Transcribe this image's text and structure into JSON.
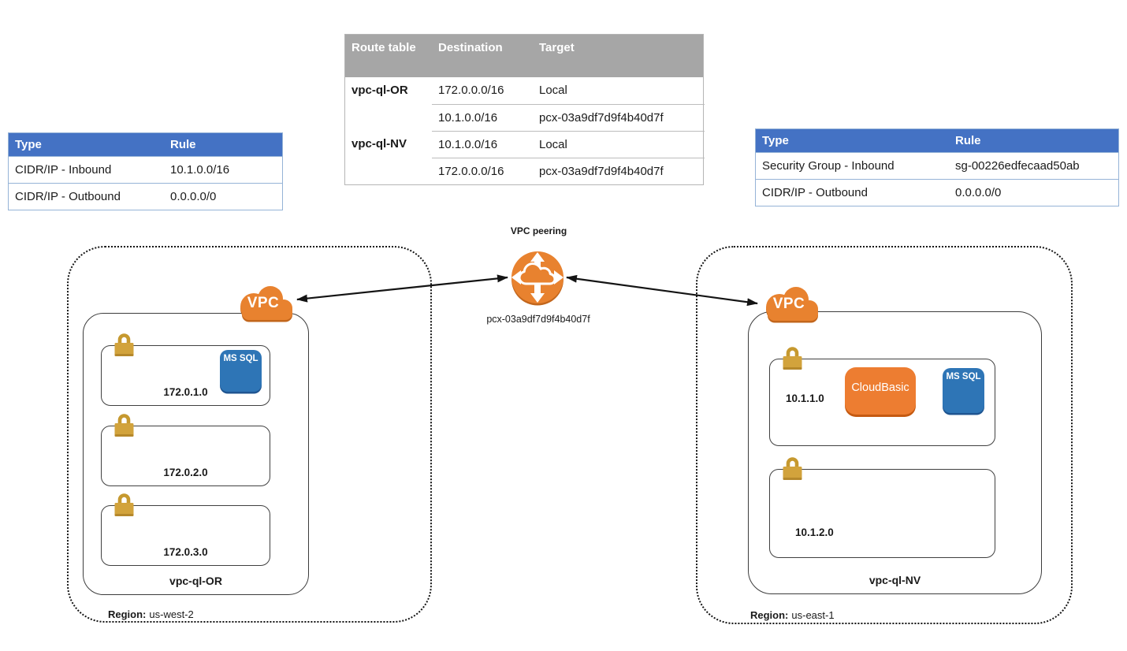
{
  "route_table": {
    "headers": [
      "Route table",
      "Destination",
      "Target"
    ],
    "groups": [
      {
        "name": "vpc-ql-OR",
        "routes": [
          {
            "destination": "172.0.0.0/16",
            "target": "Local"
          },
          {
            "destination": "10.1.0.0/16",
            "target": "pcx-03a9df7d9f4b40d7f"
          }
        ]
      },
      {
        "name": "vpc-ql-NV",
        "routes": [
          {
            "destination": "10.1.0.0/16",
            "target": "Local"
          },
          {
            "destination": "172.0.0.0/16",
            "target": "pcx-03a9df7d9f4b40d7f"
          }
        ]
      }
    ]
  },
  "sg_table_left": {
    "headers": [
      "Type",
      "Rule"
    ],
    "rows": [
      {
        "type": "CIDR/IP - Inbound",
        "rule": "10.1.0.0/16"
      },
      {
        "type": "CIDR/IP - Outbound",
        "rule": "0.0.0.0/0"
      }
    ]
  },
  "sg_table_right": {
    "headers": [
      "Type",
      "Rule"
    ],
    "rows": [
      {
        "type": "Security Group - Inbound",
        "rule": "sg-00226edfecaad50ab"
      },
      {
        "type": "CIDR/IP - Outbound",
        "rule": "0.0.0.0/0"
      }
    ]
  },
  "peering": {
    "title": "VPC peering",
    "id": "pcx-03a9df7d9f4b40d7f"
  },
  "region_left": {
    "label_prefix": "Region:",
    "label_value": "us-west-2",
    "cloud_label": "VPC",
    "vpc_label": "vpc-ql-OR",
    "subnets": [
      {
        "cidr": "172.0.1.0",
        "services": [
          "MS SQL"
        ]
      },
      {
        "cidr": "172.0.2.0",
        "services": []
      },
      {
        "cidr": "172.0.3.0",
        "services": []
      }
    ]
  },
  "region_right": {
    "label_prefix": "Region:",
    "label_value": "us-east-1",
    "cloud_label": "VPC",
    "vpc_label": "vpc-ql-NV",
    "subnets": [
      {
        "cidr": "10.1.1.0",
        "services": [
          "CloudBasic",
          "MS SQL"
        ]
      },
      {
        "cidr": "10.1.2.0",
        "services": []
      }
    ]
  },
  "icons": {
    "vpc_cloud": "orange-cloud",
    "vpc_peering": "orange-circle-cloud-arrows",
    "subnet_lock": "gold-padlock",
    "connection": "double-headed-arrow"
  },
  "colors": {
    "aws_orange": "#e8822f",
    "aws_orange_dark": "#c2661c",
    "mssql_blue": "#2e75b6",
    "cloudbasic_orange": "#ed7d31",
    "lock_gold": "#d2a33c",
    "table_header_blue": "#4472c4",
    "table_header_gray": "#a6a6a6"
  }
}
